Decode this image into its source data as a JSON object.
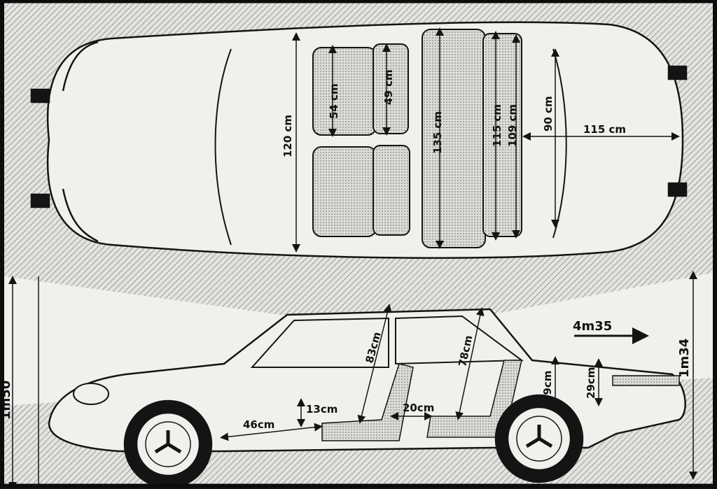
{
  "colors": {
    "paper": "#f1f0ec",
    "hatch": "#9a9a96",
    "ink": "#141414",
    "seat": "#cfcdc8",
    "frame": "#0c0c0c"
  },
  "top_view": {
    "labels": {
      "interior_width": "120 cm",
      "front_seat_depth": "54 cm",
      "front_seat_back": "49 cm",
      "rear_width": "135 cm",
      "rear_seat_width": "115 cm",
      "rear_bench_width": "109 cm",
      "trunk_depth": "90 cm",
      "trunk_width": "115 cm"
    }
  },
  "side_view": {
    "labels": {
      "length": "4m35",
      "height_right": "1m34",
      "height_left": "1m50",
      "front_headroom": "83cm",
      "rear_headroom": "78cm",
      "trunk_height": "39cm",
      "trunk_lid": "29cm",
      "seat_height": "13cm",
      "legroom_front": "46cm",
      "legroom_rear": "20cm"
    }
  }
}
